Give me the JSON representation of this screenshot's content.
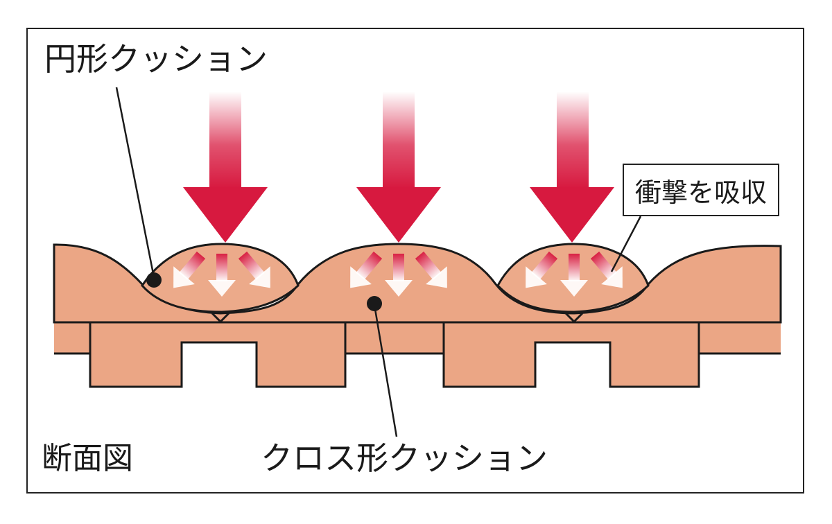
{
  "labels": {
    "circular_cushion": "円形クッション",
    "cross_cushion": "クロス形クッション",
    "cross_section": "断面図",
    "absorb_impact": "衝撃を吸収"
  },
  "colors": {
    "cushion_fill": "#eba685",
    "dome_fill": "#ecaa8a",
    "outline": "#1a1a1a",
    "arrow_red": "#d7193f",
    "background": "#ffffff"
  },
  "arrows": {
    "count": 3,
    "direction": "down"
  }
}
